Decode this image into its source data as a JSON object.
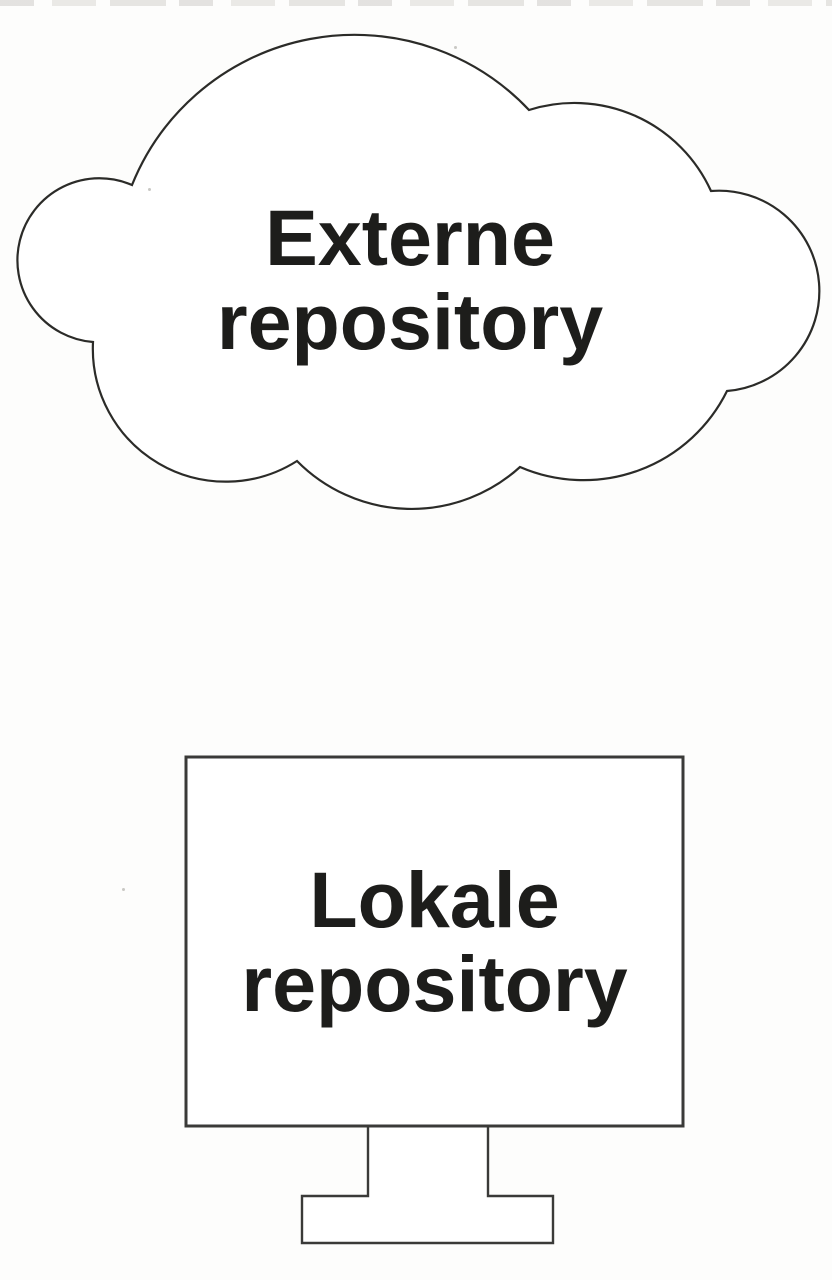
{
  "diagram": {
    "cloud": {
      "label_line1": "Externe",
      "label_line2": "repository",
      "outline_color": "#2b2b28",
      "fill_color": "#ffffff"
    },
    "monitor": {
      "label_line1": "Lokale",
      "label_line2": "repository",
      "outline_color": "#3a3a38",
      "fill_color": "#ffffff"
    },
    "text_color": "#1d1d1b",
    "background_color": "#fdfdfc"
  }
}
